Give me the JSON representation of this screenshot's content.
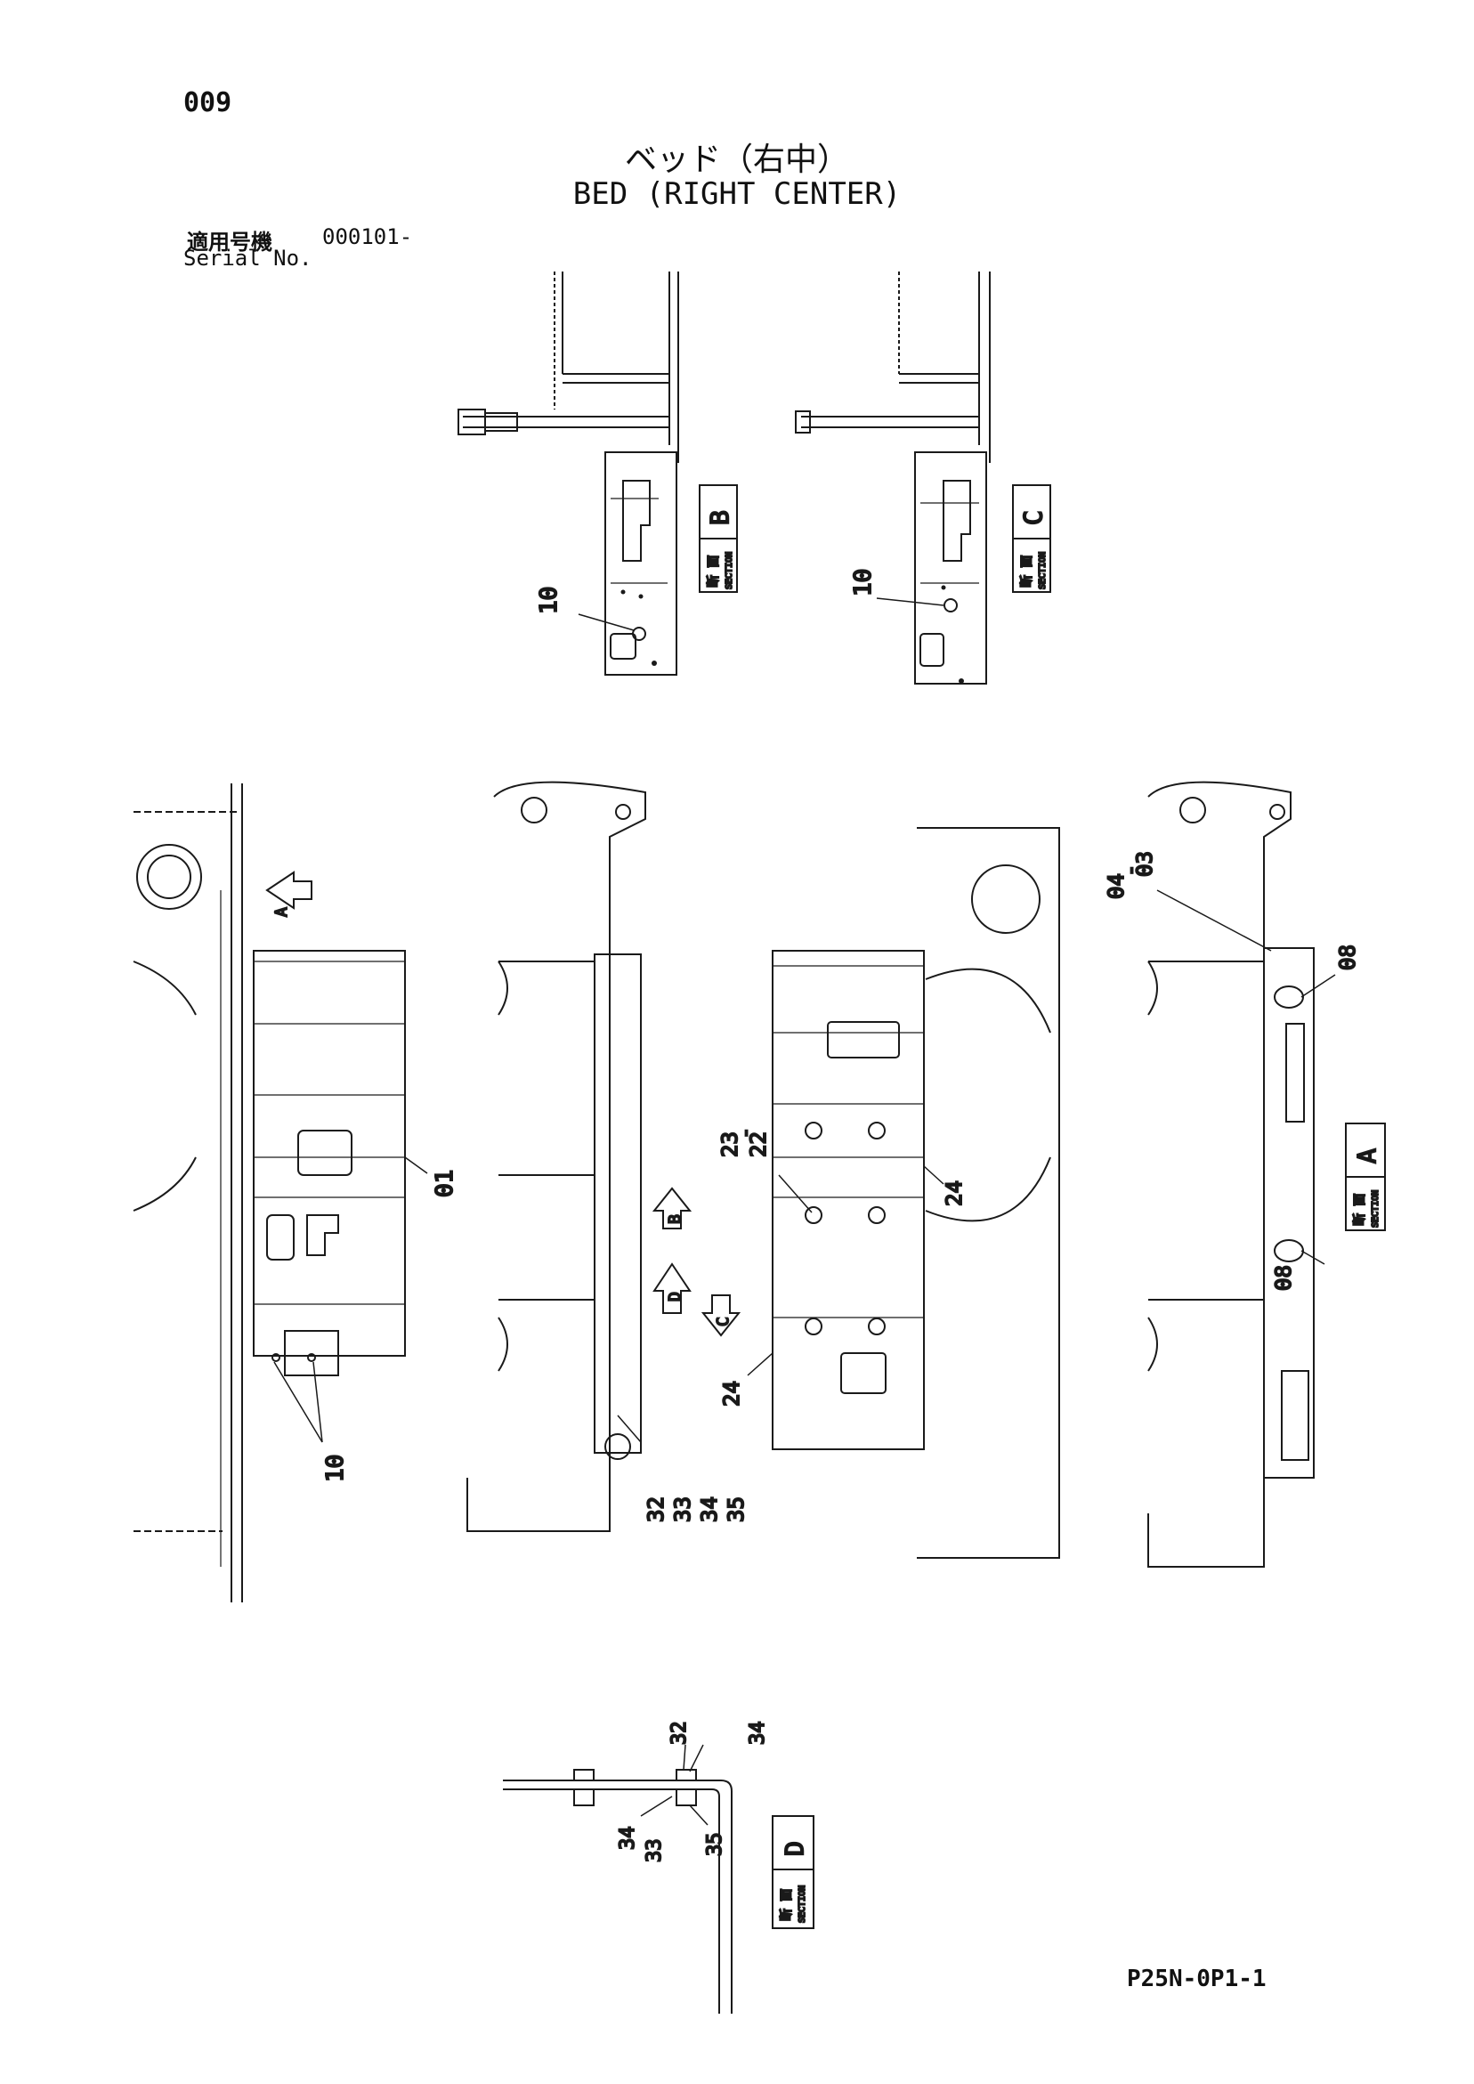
{
  "page_number": "009",
  "title_jp": "ベッド（右中）",
  "title_en": "BED (RIGHT CENTER)",
  "serial": {
    "label_jp": "適用号機",
    "label_en": "Serial No.",
    "value": "000101-"
  },
  "section_word_jp": "断 面",
  "section_word_en": "SECTION",
  "sections": {
    "a": "A",
    "b": "B",
    "c": "C",
    "d": "D"
  },
  "view_arrows": {
    "a": "A",
    "b": "B",
    "c": "C",
    "d": "D"
  },
  "callouts": {
    "p01": "01",
    "p10": "10",
    "p22": "22",
    "p23": "23",
    "p24": "24",
    "p32": "32",
    "p33": "33",
    "p34": "34",
    "p35": "35",
    "p03": "03",
    "p04": "04",
    "p08": "08",
    "dash": "-"
  },
  "drawing_code": "P25N-0P1-1"
}
